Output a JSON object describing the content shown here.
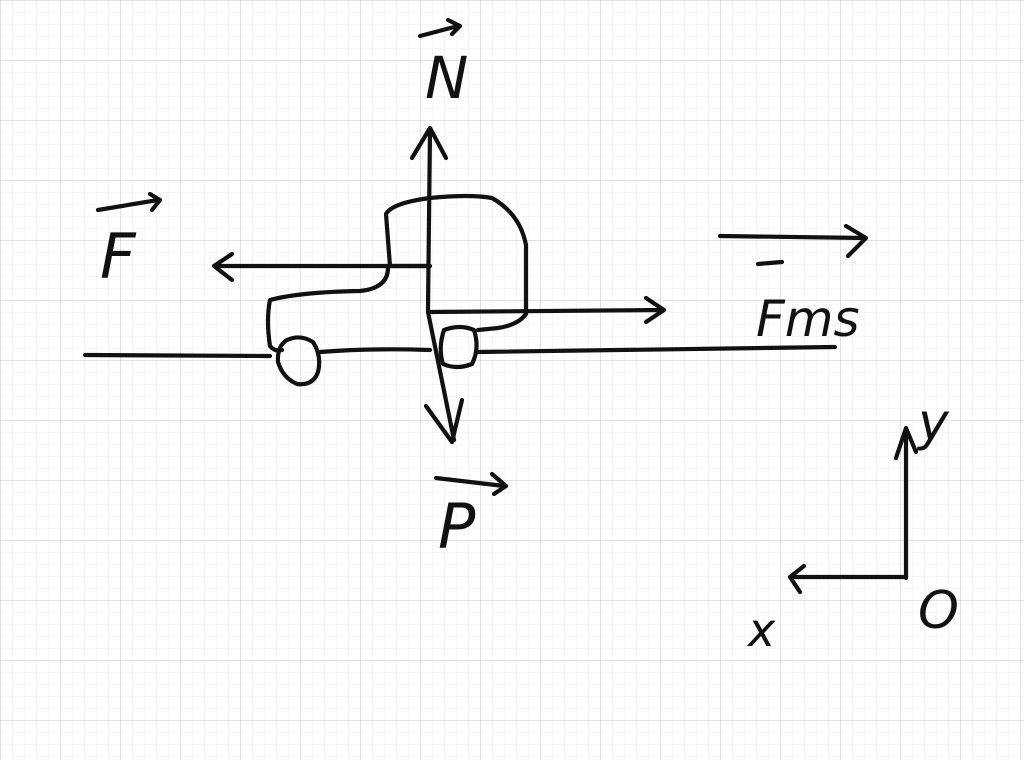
{
  "diagram": {
    "labels": {
      "normal_force": "N",
      "applied_force": "F",
      "friction_force": "Fms",
      "weight": "P",
      "axis_y": "y",
      "axis_x": "x",
      "origin": "O"
    },
    "colors": {
      "ink": "#111111",
      "grid_minor": "#e6e6e6",
      "grid_major": "#cfcfcf",
      "background": "#ffffff"
    }
  }
}
